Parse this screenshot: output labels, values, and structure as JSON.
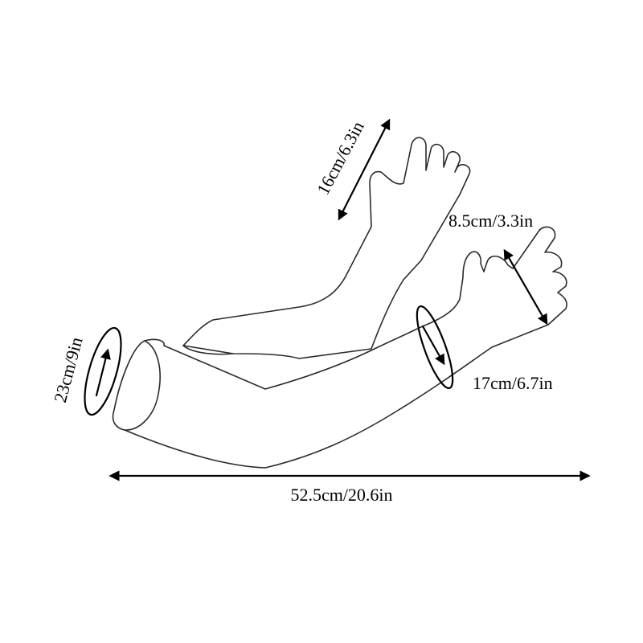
{
  "measurements": {
    "length": "52.5cm/20.6in",
    "upper_circumference": "23cm/9in",
    "wrist_circumference": "17cm/6.7in",
    "palm_width": "8.5cm/3.3in",
    "hand_length": "16cm/6.3in"
  },
  "colors": {
    "outline": "#2b2b2b",
    "dimension": "#000000",
    "background": "#ffffff"
  }
}
